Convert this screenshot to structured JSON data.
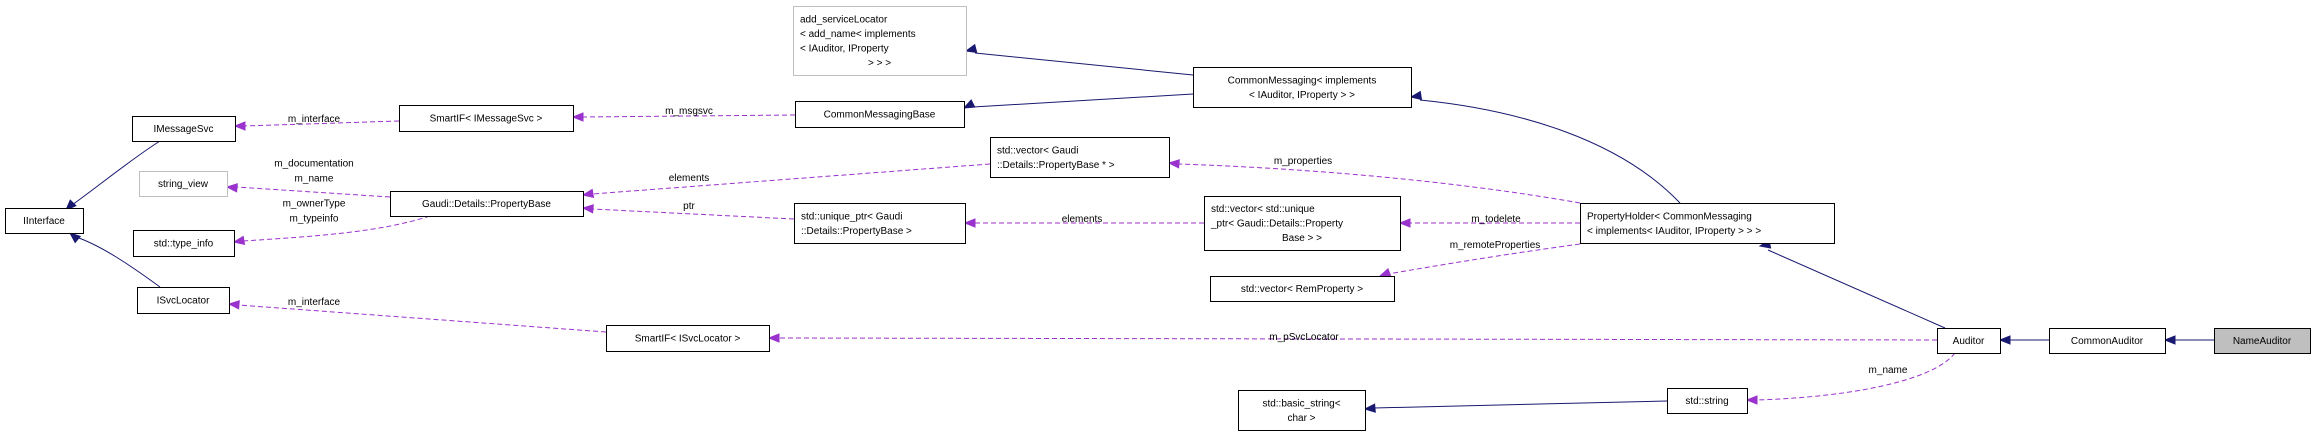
{
  "colors": {
    "inheritance_edge": "#191970",
    "usage_edge": "#9a32cd",
    "focus_node_fill": "#bfbfbf",
    "external_node_border": "#bfbfbf"
  },
  "nodes": {
    "iinterface": [
      "IInterface"
    ],
    "imessagesvc": [
      "IMessageSvc"
    ],
    "string_view": [
      "string_view"
    ],
    "type_info": [
      "std::type_info"
    ],
    "isvclocator": [
      "ISvcLocator"
    ],
    "smartif_imessagesvc": [
      "SmartIF< IMessageSvc >"
    ],
    "propertybase": [
      "Gaudi::Details::PropertyBase"
    ],
    "smartif_isvclocator": [
      "SmartIF< ISvcLocator >"
    ],
    "add_servicelocator": [
      "add_serviceLocator",
      "< add_name< implements",
      "< IAuditor, IProperty",
      "> > >"
    ],
    "commonmessagingbase": [
      "CommonMessagingBase"
    ],
    "commonmessaging": [
      "CommonMessaging< implements",
      "< IAuditor, IProperty > >"
    ],
    "vector_propertybase_ptr": [
      "std::vector< Gaudi",
      "::Details::PropertyBase * >"
    ],
    "unique_ptr_propertybase": [
      "std::unique_ptr< Gaudi",
      "::Details::PropertyBase >"
    ],
    "vector_unique_ptr": [
      "std::vector< std::unique",
      "_ptr< Gaudi::Details::Property",
      "Base > >"
    ],
    "vector_remproperty": [
      "std::vector< RemProperty >"
    ],
    "basic_string": [
      "std::basic_string<",
      "char >"
    ],
    "propertyholder": [
      "PropertyHolder< CommonMessaging",
      "< implements< IAuditor, IProperty > > >"
    ],
    "auditor": [
      "Auditor"
    ],
    "commonauditor": [
      "CommonAuditor"
    ],
    "nameauditor": [
      "NameAuditor"
    ],
    "std_string": [
      "std::string"
    ]
  },
  "edges": [
    {
      "from": "imessagesvc",
      "to": "iinterface",
      "kind": "inheritance",
      "label": []
    },
    {
      "from": "isvclocator",
      "to": "iinterface",
      "kind": "inheritance",
      "label": []
    },
    {
      "from": "commonmessaging",
      "to": "add_servicelocator",
      "kind": "inheritance",
      "label": []
    },
    {
      "from": "commonmessaging",
      "to": "commonmessagingbase",
      "kind": "inheritance",
      "label": []
    },
    {
      "from": "propertyholder",
      "to": "commonmessaging",
      "kind": "inheritance",
      "label": []
    },
    {
      "from": "auditor",
      "to": "propertyholder",
      "kind": "inheritance",
      "label": []
    },
    {
      "from": "commonauditor",
      "to": "auditor",
      "kind": "inheritance",
      "label": []
    },
    {
      "from": "nameauditor",
      "to": "commonauditor",
      "kind": "inheritance",
      "label": []
    },
    {
      "from": "std_string",
      "to": "basic_string",
      "kind": "inheritance",
      "label": []
    },
    {
      "from": "smartif_imessagesvc",
      "to": "imessagesvc",
      "kind": "usage",
      "label": [
        "m_interface"
      ]
    },
    {
      "from": "commonmessagingbase",
      "to": "smartif_imessagesvc",
      "kind": "usage",
      "label": [
        "m_msgsvc"
      ]
    },
    {
      "from": "propertybase",
      "to": "string_view",
      "kind": "usage",
      "label": [
        "m_documentation",
        "m_name"
      ]
    },
    {
      "from": "propertybase",
      "to": "type_info",
      "kind": "usage",
      "label": [
        "m_ownerType",
        "m_typeinfo"
      ]
    },
    {
      "from": "vector_propertybase_ptr",
      "to": "propertybase",
      "kind": "usage",
      "label": [
        "elements"
      ]
    },
    {
      "from": "unique_ptr_propertybase",
      "to": "propertybase",
      "kind": "usage",
      "label": [
        "ptr"
      ]
    },
    {
      "from": "vector_unique_ptr",
      "to": "unique_ptr_propertybase",
      "kind": "usage",
      "label": [
        "elements"
      ]
    },
    {
      "from": "propertyholder",
      "to": "vector_propertybase_ptr",
      "kind": "usage",
      "label": [
        "m_properties"
      ]
    },
    {
      "from": "propertyholder",
      "to": "vector_unique_ptr",
      "kind": "usage",
      "label": [
        "m_todelete"
      ]
    },
    {
      "from": "propertyholder",
      "to": "vector_remproperty",
      "kind": "usage",
      "label": [
        "m_remoteProperties"
      ]
    },
    {
      "from": "smartif_isvclocator",
      "to": "isvclocator",
      "kind": "usage",
      "label": [
        "m_interface"
      ]
    },
    {
      "from": "auditor",
      "to": "smartif_isvclocator",
      "kind": "usage",
      "label": [
        "m_pSvcLocator"
      ]
    },
    {
      "from": "auditor",
      "to": "std_string",
      "kind": "usage",
      "label": [
        "m_name"
      ]
    }
  ]
}
